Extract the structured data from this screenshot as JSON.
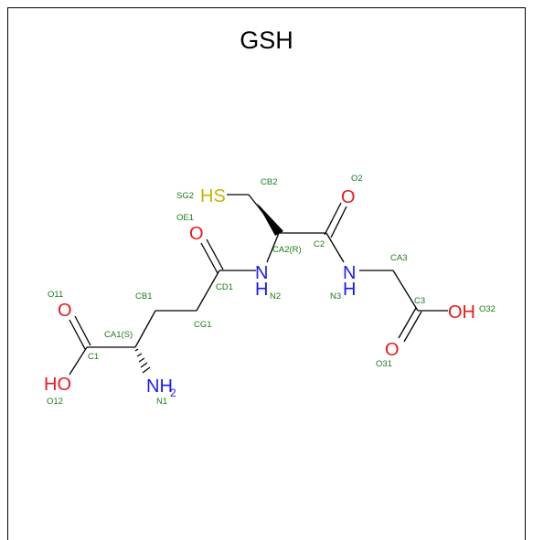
{
  "title": "GSH",
  "colors": {
    "oxygen": "#e8191c",
    "nitrogen": "#1a1aff",
    "sulfur": "#c8b400",
    "label": "#1a7a1a"
  },
  "atoms": {
    "sh": "HS",
    "o_ketone": "O",
    "o_amide1": "O",
    "nh_n2": "N",
    "nh_n2_h": "H",
    "nh_n3": "N",
    "nh_n3_h": "H",
    "o_carb1": "O",
    "ho_carb1": "HO",
    "nh2": "NH",
    "nh2_sub": "2",
    "o_carb3": "O",
    "oh_carb3": "OH"
  },
  "labels": {
    "sg2": "SG2",
    "cb2": "CB2",
    "o2": "O2",
    "oe1": "OE1",
    "ca2": "CA2(R)",
    "c2": "C2",
    "ca3": "CA3",
    "cd1": "CD1",
    "n2": "N2",
    "n3": "N3",
    "o11": "O11",
    "cb1": "CB1",
    "c3": "C3",
    "o32": "O32",
    "cg1": "CG1",
    "ca1": "CA1(S)",
    "c1": "C1",
    "o31": "O31",
    "o12": "O12",
    "n1": "N1"
  }
}
